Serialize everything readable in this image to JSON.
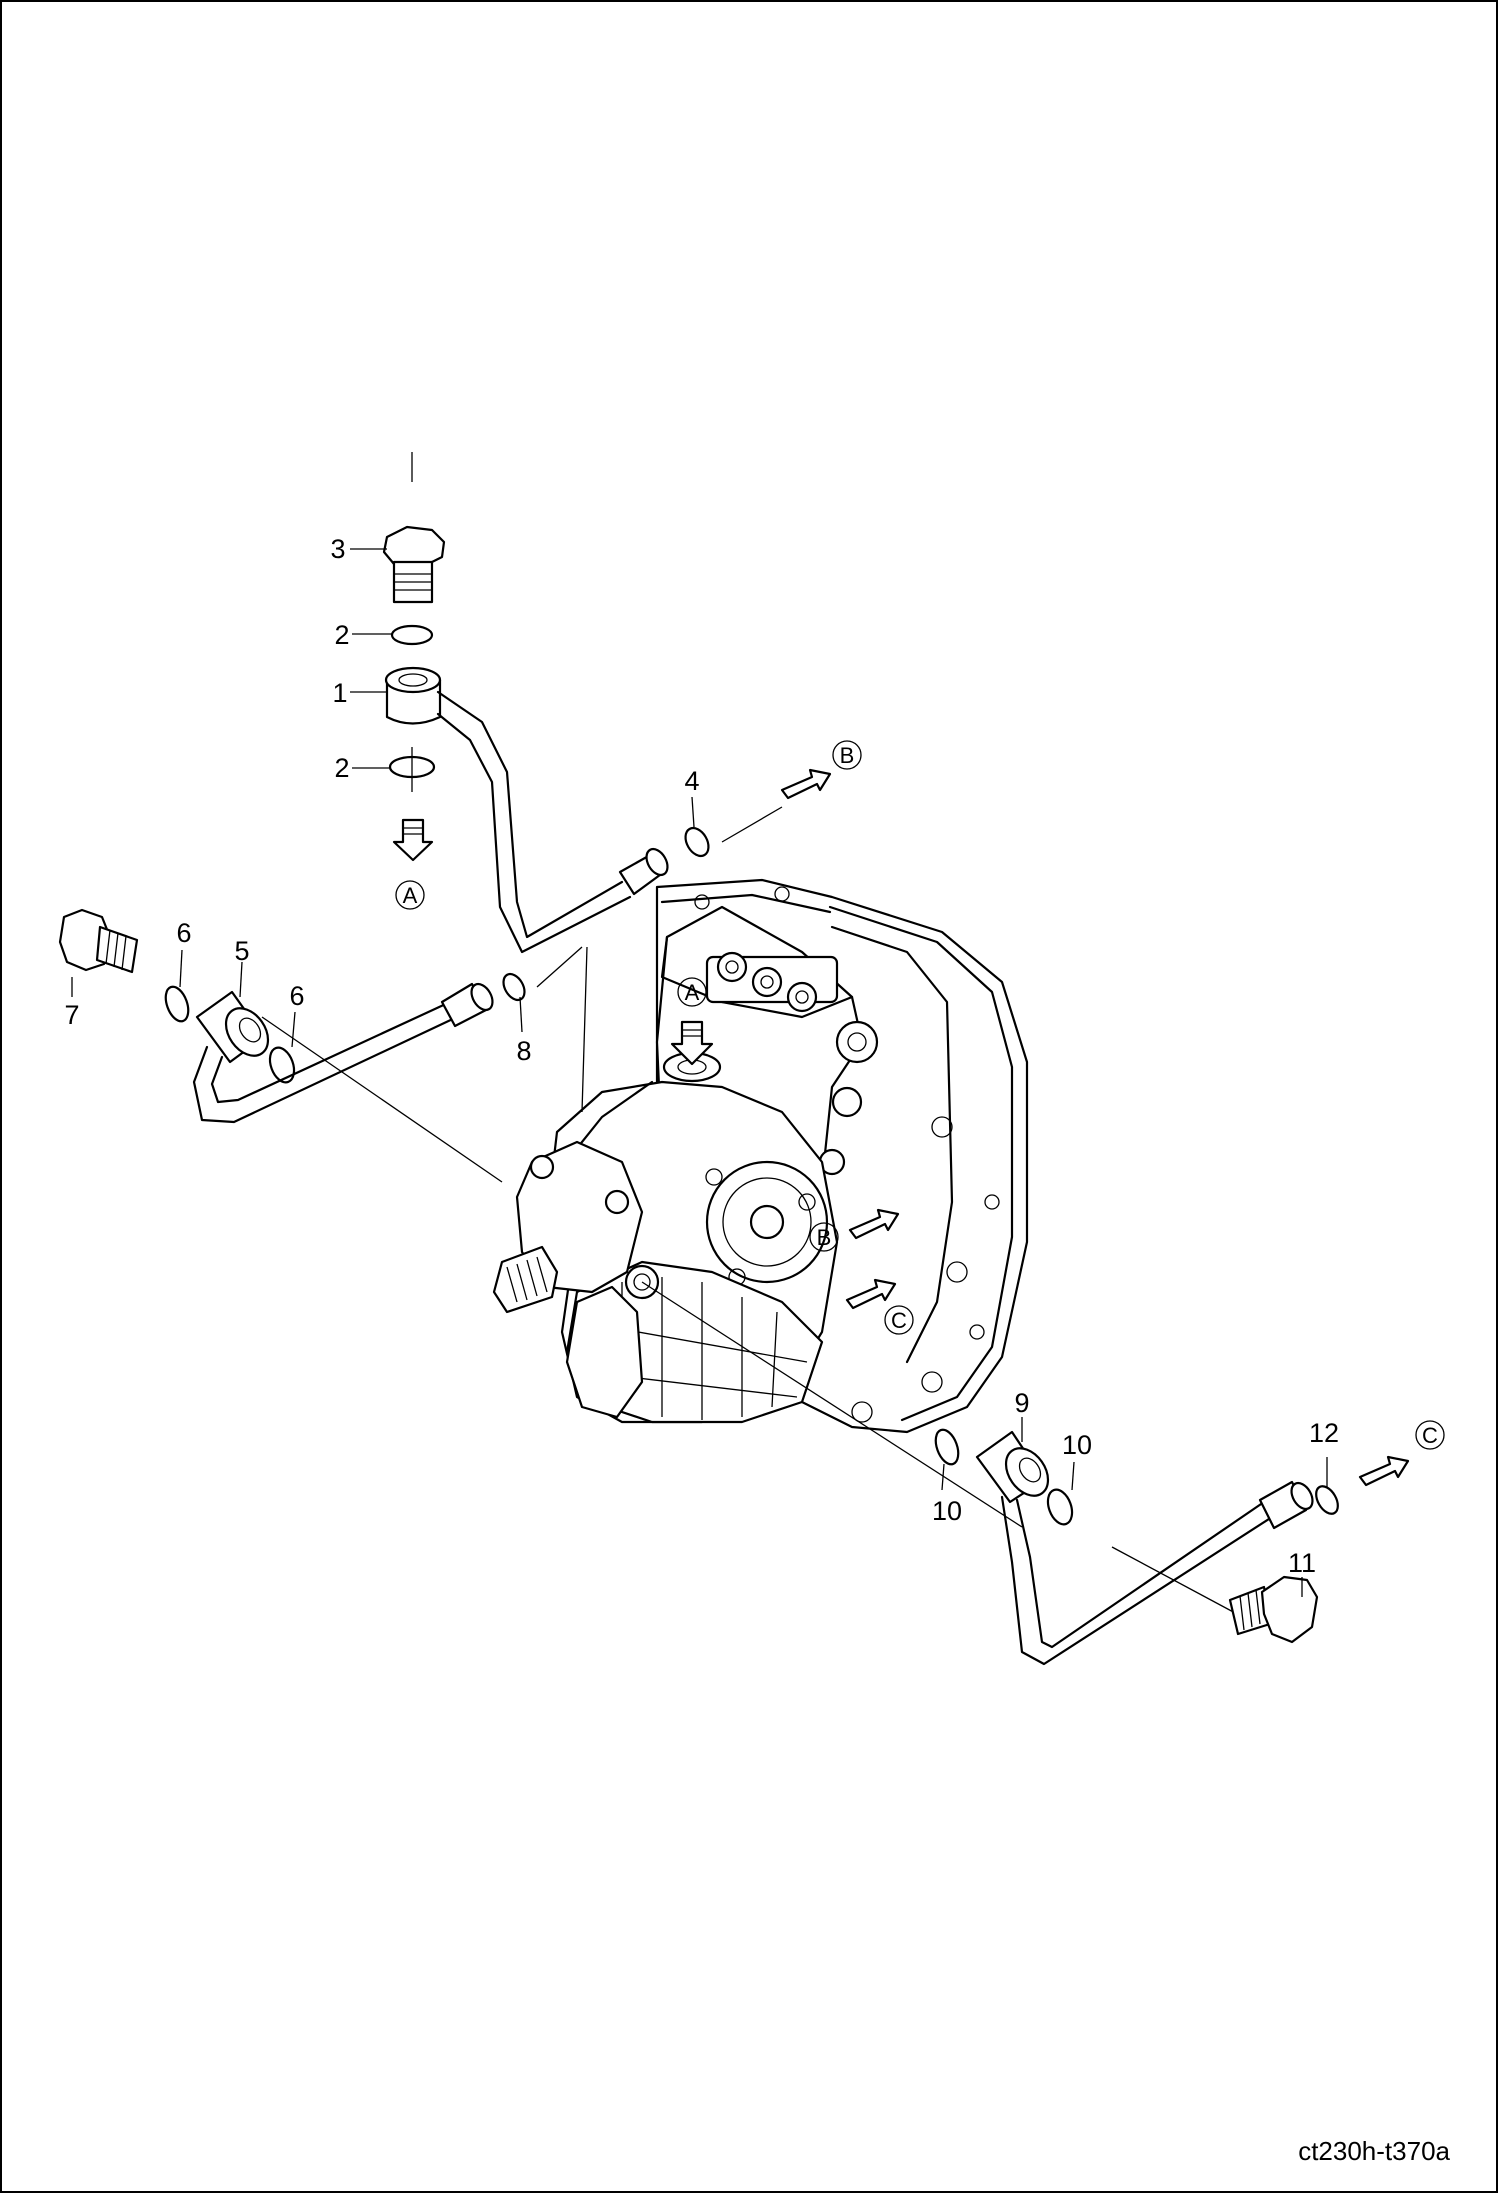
{
  "diagram": {
    "drawing_code": "ct230h-t370a",
    "part_callouts": [
      "1",
      "2",
      "2",
      "3",
      "4",
      "5",
      "6",
      "6",
      "7",
      "8",
      "9",
      "10",
      "10",
      "11",
      "12"
    ],
    "connection_refs": [
      "A",
      "A",
      "B",
      "B",
      "C",
      "C"
    ]
  }
}
